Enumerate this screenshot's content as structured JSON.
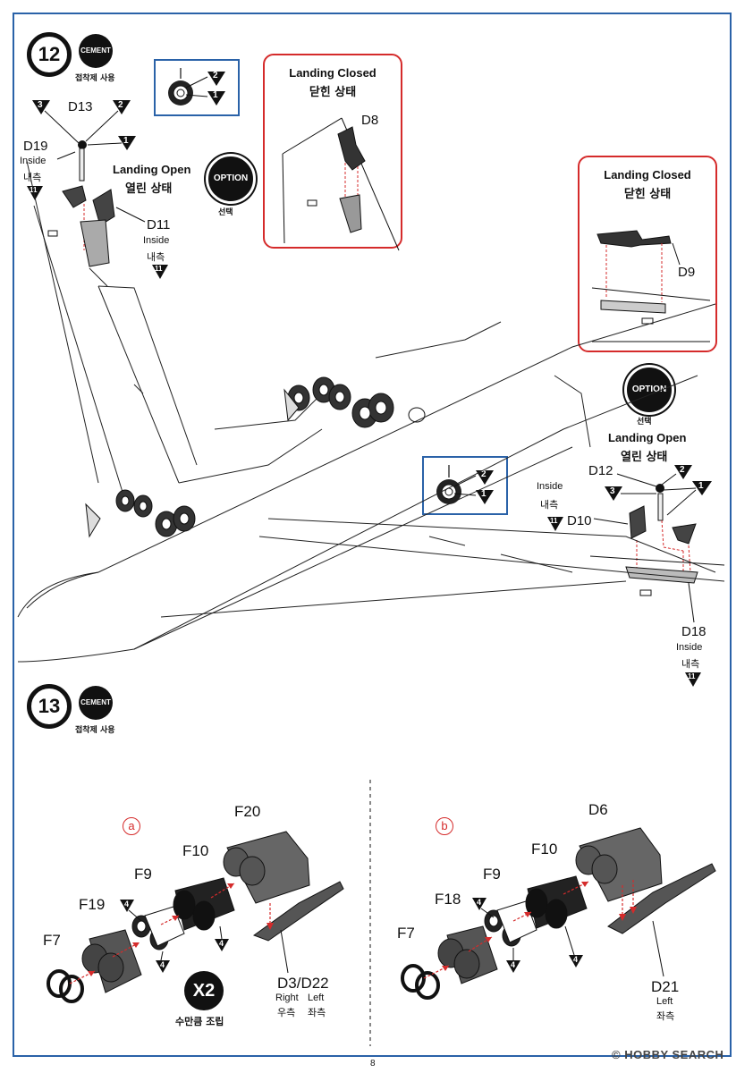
{
  "page_number": "8",
  "watermark": "© HOBBY SEARCH",
  "step12": {
    "number": "12",
    "cement_icon": "CEMENT",
    "cement_kor": "접착제 사용",
    "left_gear": {
      "d13": "D13",
      "d19": "D19",
      "d19_inside": "Inside",
      "d19_kor": "내측",
      "d11": "D11",
      "d11_inside": "Inside",
      "d11_kor": "내측",
      "open_title": "Landing Open",
      "open_kor": "열린 상태",
      "option": "OPTION",
      "option_kor": "선택",
      "tri_1": "1",
      "tri_2": "2",
      "tri_3": "3",
      "tri_11a": "11",
      "tri_11b": "11"
    },
    "inset_wheel_left": {
      "tri_2": "2",
      "tri_1": "1"
    },
    "closed_left": {
      "title": "Landing Closed",
      "kor": "닫힌 상태",
      "part": "D8"
    },
    "closed_right": {
      "title": "Landing Closed",
      "kor": "닫힌 상태",
      "part": "D9"
    },
    "right_gear": {
      "option": "OPTION",
      "option_kor": "선택",
      "open_title": "Landing Open",
      "open_kor": "열린 상태",
      "d12": "D12",
      "d10": "D10",
      "d10_inside": "Inside",
      "d10_kor": "내측",
      "d18": "D18",
      "d18_inside": "Inside",
      "d18_kor": "내측",
      "tri_1": "1",
      "tri_2": "2",
      "tri_3": "3",
      "tri_11a": "11",
      "tri_11b": "11"
    },
    "inset_wheel_right": {
      "tri_2": "2",
      "tri_1": "1"
    }
  },
  "step13": {
    "number": "13",
    "cement_icon": "CEMENT",
    "cement_kor": "접착제 사용",
    "a": {
      "letter": "a",
      "f20": "F20",
      "f10": "F10",
      "f9": "F9",
      "f19": "F19",
      "f7": "F7",
      "d3d22": "D3/D22",
      "right": "Right",
      "left": "Left",
      "right_kor": "우측",
      "left_kor": "좌측",
      "x2": "X2",
      "x2_kor": "수만큼 조립",
      "tri_4a": "4",
      "tri_4b": "4",
      "tri_4c": "4"
    },
    "b": {
      "letter": "b",
      "d6": "D6",
      "f10": "F10",
      "f9": "F9",
      "f18": "F18",
      "f7": "F7",
      "d21": "D21",
      "left": "Left",
      "left_kor": "좌측",
      "tri_4a": "4",
      "tri_4b": "4",
      "tri_4c": "4"
    }
  }
}
